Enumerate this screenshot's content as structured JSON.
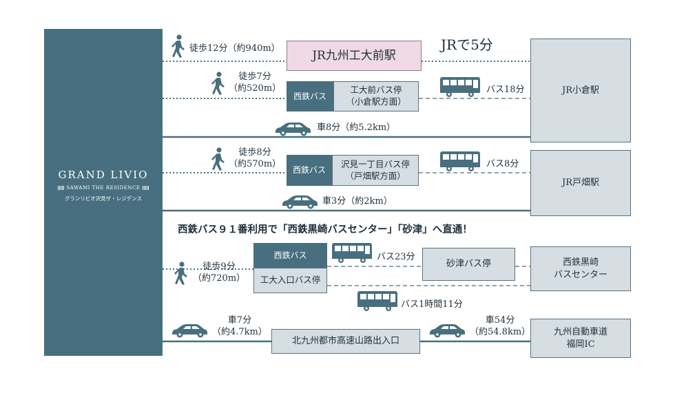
{
  "brand": {
    "title": "GRAND LIVIO",
    "subtitle": "SAWAMI THE RESIDENCE",
    "kana": "グランリビオ沢見ザ・レジデンス"
  },
  "colors": {
    "primary": "#486f7f",
    "box_fill": "#d6dee3",
    "pink_fill": "#efd9e4",
    "line": "#486f7f"
  },
  "routes": {
    "jr_kyudai": {
      "walk_icon": "walking-person-icon",
      "walk": "徒歩12分（約940m）",
      "station": "JR九州工大前駅",
      "train": "JRで5分"
    },
    "nishitetsu_kodai": {
      "walk_icon": "walking-person-icon",
      "walk_line1": "徒歩7分",
      "walk_line2": "（約520m）",
      "operator": "西鉄バス",
      "stop_line1": "工大前バス停",
      "stop_line2": "（小倉駅方面）",
      "bus_icon": "bus-icon",
      "bus": "バス18分"
    },
    "car_kokura": {
      "car_icon": "car-icon",
      "car": "車8分（約5.2km）"
    },
    "kokura": {
      "station": "JR小倉駅"
    },
    "nishitetsu_sawami": {
      "walk_icon": "walking-person-icon",
      "walk_line1": "徒歩8分",
      "walk_line2": "（約570m）",
      "operator": "西鉄バス",
      "stop_line1": "沢見一丁目バス停",
      "stop_line2": "（戸畑駅方面）",
      "bus_icon": "bus-icon",
      "bus": "バス8分"
    },
    "car_tobata": {
      "car_icon": "car-icon",
      "car": "車3分（約2km）"
    },
    "tobata": {
      "station": "JR戸畑駅"
    },
    "headline": "西鉄バス９１番利用で「西鉄黒崎バスセンター」「砂津」へ直通！",
    "nishitetsu_kodai_iriguchi": {
      "walk_icon": "walking-person-icon",
      "walk_line1": "徒歩9分",
      "walk_line2": "（約720m）",
      "operator": "西鉄バス",
      "stop": "工大入口バス停",
      "bus_icon": "bus-icon",
      "bus_sunatsu": "バス23分",
      "sunatsu": "砂津バス停",
      "bus_kurosaki": "バス1時間11分",
      "kurosaki_line1": "西鉄黒崎",
      "kurosaki_line2": "バスセンター"
    },
    "expressway": {
      "car_icon": "car-icon",
      "car_left_line1": "車7分",
      "car_left_line2": "（約4.7km）",
      "entrance": "北九州都市高速山路出入口",
      "car_right_line1": "車54分",
      "car_right_line2": "（約54.8km）",
      "ic_line1": "九州自動車道",
      "ic_line2": "福岡IC"
    }
  }
}
